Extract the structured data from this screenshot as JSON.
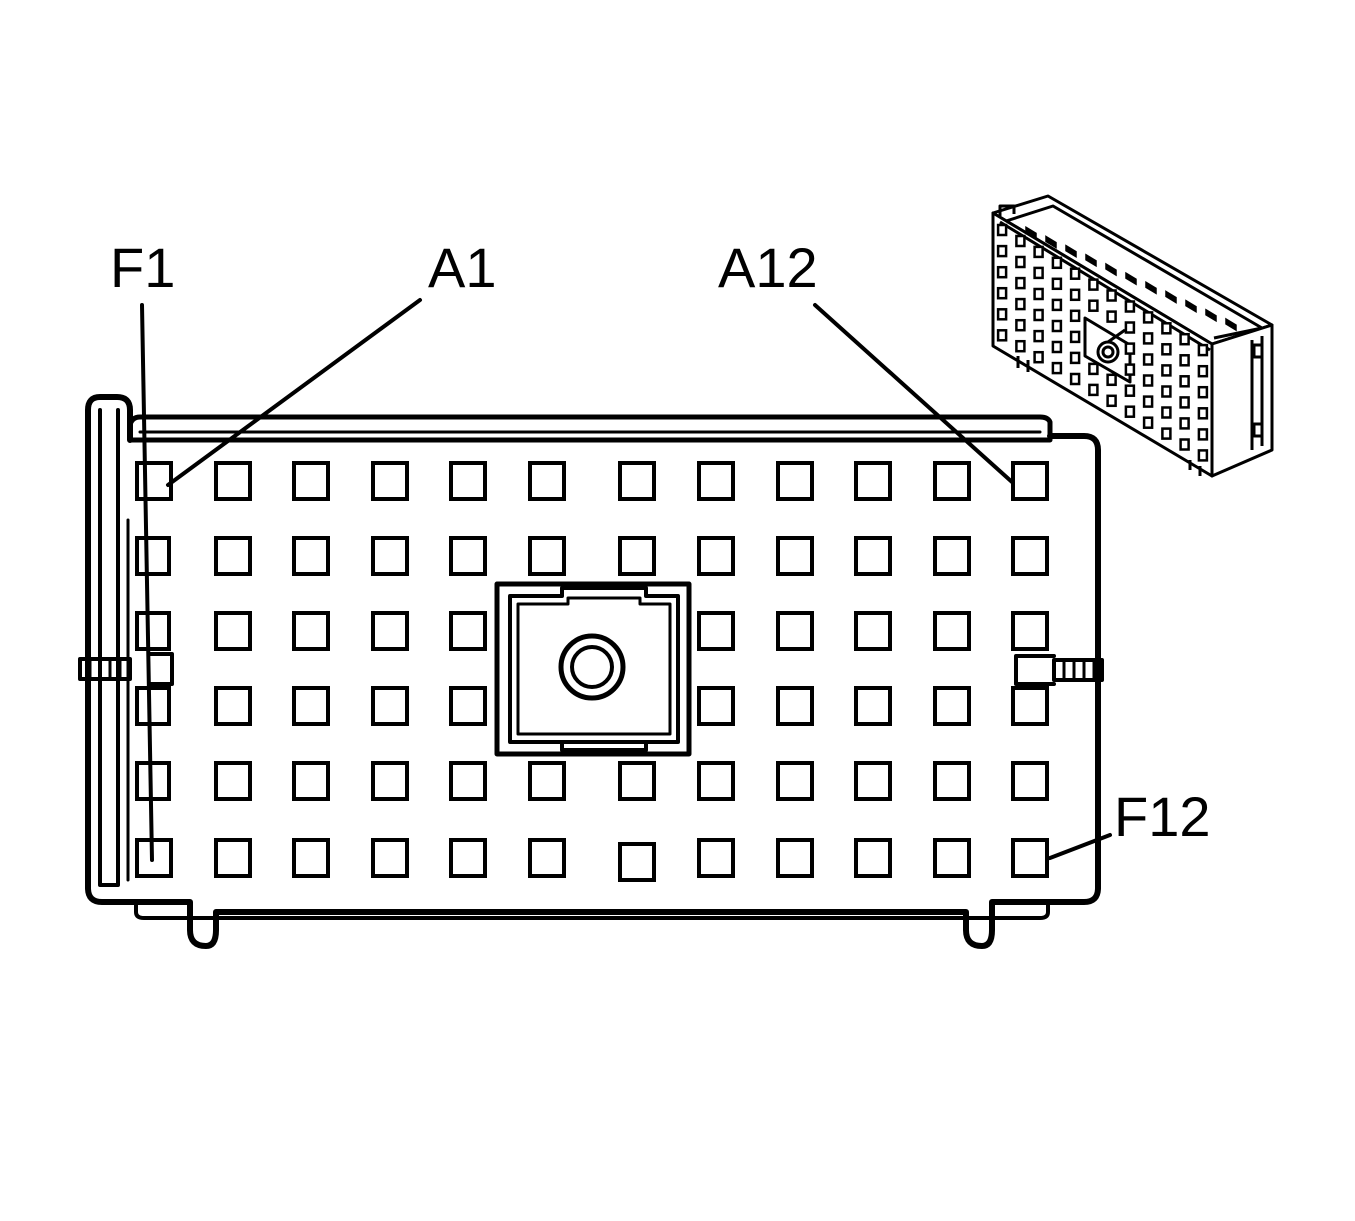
{
  "labels": {
    "f1": "F1",
    "a1": "A1",
    "a12": "A12",
    "f12": "F12"
  },
  "connector": {
    "rows": 6,
    "columns": 12,
    "center_terminal": "coaxial"
  },
  "colors": {
    "line": "#000000",
    "background": "#ffffff"
  }
}
